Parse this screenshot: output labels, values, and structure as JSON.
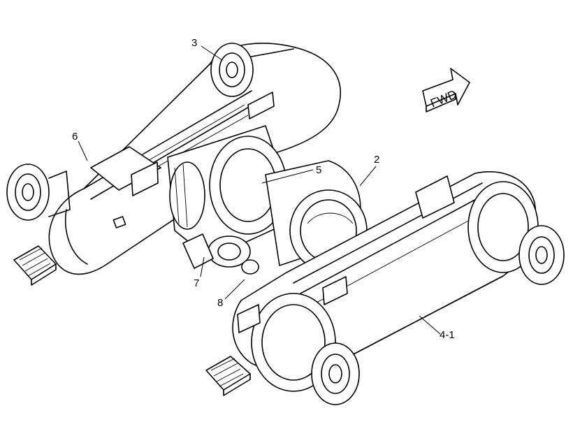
{
  "callouts": [
    {
      "id": "c3",
      "label": "3"
    },
    {
      "id": "c6",
      "label": "6"
    },
    {
      "id": "c2",
      "label": "2"
    },
    {
      "id": "c5",
      "label": "5"
    },
    {
      "id": "c7",
      "label": "7"
    },
    {
      "id": "c8",
      "label": "8"
    },
    {
      "id": "c41",
      "label": "4-1"
    }
  ],
  "direction_arrow": {
    "label": "FWD"
  },
  "colors": {
    "ink": "#000000",
    "paper": "#ffffff"
  }
}
